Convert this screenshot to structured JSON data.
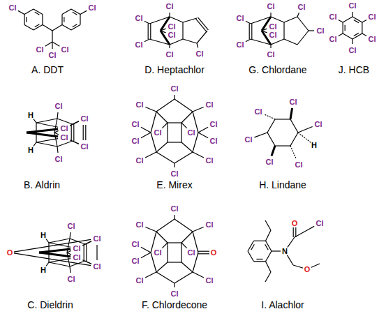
{
  "diagram": {
    "labels": [
      "Cl",
      "Cl",
      "Cl",
      "Cl",
      "Cl",
      "A. DDT",
      "Cl",
      "Cl",
      "Cl",
      "Cl",
      "Cl",
      "Cl",
      "Cl",
      "D. Heptachlor",
      "Cl",
      "Cl",
      "Cl",
      "Cl",
      "Cl",
      "Cl",
      "Cl",
      "Cl",
      "G. Chlordane",
      "Cl",
      "Cl",
      "Cl",
      "Cl",
      "Cl",
      "Cl",
      "J. HCB",
      "Cl",
      "Cl",
      "Cl",
      "Cl",
      "Cl",
      "Cl",
      "H",
      "H",
      "B. Aldrin",
      "Cl",
      "Cl",
      "Cl",
      "Cl",
      "Cl",
      "Cl",
      "Cl",
      "Cl",
      "Cl",
      "Cl",
      "Cl",
      "Cl",
      "E. Mirex",
      "Cl",
      "Cl",
      "Cl",
      "Cl",
      "Cl",
      "Cl",
      "H",
      "H. Lindane",
      "Cl",
      "Cl",
      "Cl",
      "Cl",
      "Cl",
      "Cl",
      "H",
      "H",
      "O",
      "C. Dieldrin",
      "Cl",
      "Cl",
      "Cl",
      "Cl",
      "Cl",
      "Cl",
      "Cl",
      "Cl",
      "Cl",
      "Cl",
      "O",
      "F. Chlordecone",
      "O",
      "Cl",
      "N",
      "O",
      "I. Alachlor"
    ]
  }
}
